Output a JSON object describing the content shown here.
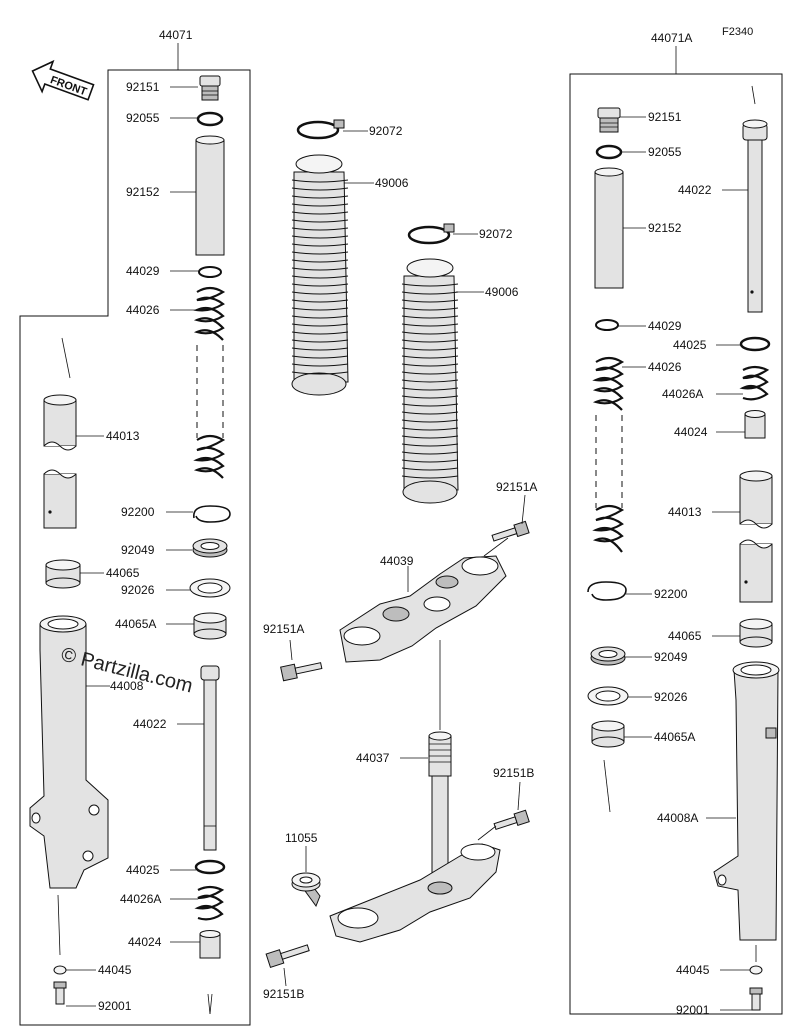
{
  "diagram_code": "F2340",
  "watermark": "© Partzilla.com",
  "front_badge": "FRONT",
  "group_labels": {
    "left_assembly": "44071",
    "right_assembly": "44071A"
  },
  "callouts": {
    "l_92151": "92151",
    "l_92055": "92055",
    "l_92152": "92152",
    "l_44029": "44029",
    "l_44026": "44026",
    "l_44013": "44013",
    "l_92200": "92200",
    "l_92049": "92049",
    "l_44065": "44065",
    "l_92026": "92026",
    "l_44065A": "44065A",
    "l_44008": "44008",
    "l_44022": "44022",
    "l_44025": "44025",
    "l_44026A": "44026A",
    "l_44024": "44024",
    "l_44045": "44045",
    "l_92001": "92001",
    "c_92072a": "92072",
    "c_49006a": "49006",
    "c_92072b": "92072",
    "c_49006b": "49006",
    "c_92151A_top": "92151A",
    "c_44039": "44039",
    "c_92151A_left": "92151A",
    "c_44037": "44037",
    "c_92151B_right": "92151B",
    "c_11055": "11055",
    "c_92151B_bottom": "92151B",
    "r_92151": "92151",
    "r_92055": "92055",
    "r_44022": "44022",
    "r_92152": "92152",
    "r_44029": "44029",
    "r_44025": "44025",
    "r_44026": "44026",
    "r_44026A": "44026A",
    "r_44024": "44024",
    "r_44013": "44013",
    "r_92200": "92200",
    "r_44065": "44065",
    "r_92049": "92049",
    "r_92026": "92026",
    "r_44065A": "44065A",
    "r_44008A": "44008A",
    "r_44045": "44045",
    "r_92001": "92001"
  }
}
